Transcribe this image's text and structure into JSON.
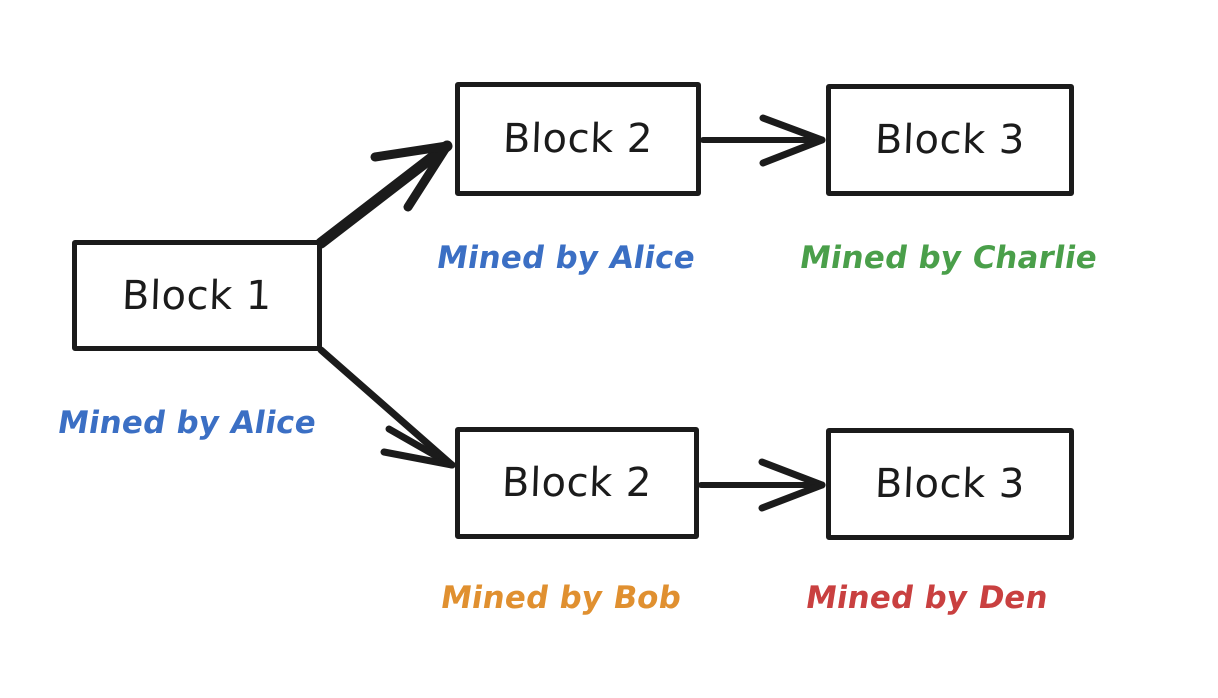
{
  "diagram": {
    "title": "Blockchain fork diagram",
    "background_color": "#ffffff",
    "stroke_color": "#1b1b1b"
  },
  "blocks": [
    {
      "id": "block-1",
      "label": "Block 1"
    },
    {
      "id": "block-2-top",
      "label": "Block 2"
    },
    {
      "id": "block-3-top",
      "label": "Block 3"
    },
    {
      "id": "block-2-bot",
      "label": "Block 2"
    },
    {
      "id": "block-3-bot",
      "label": "Block 3"
    }
  ],
  "miners": [
    {
      "id": "miner-1",
      "label": "Mined by Alice",
      "color": "#3b6fc4"
    },
    {
      "id": "miner-2-top",
      "label": "Mined by Alice",
      "color": "#3b6fc4"
    },
    {
      "id": "miner-3-top",
      "label": "Mined by Charlie",
      "color": "#4a9f4a"
    },
    {
      "id": "miner-2-bot",
      "label": "Mined by Bob",
      "color": "#e09030"
    },
    {
      "id": "miner-3-bot",
      "label": "Mined by Den",
      "color": "#c94040"
    }
  ],
  "connections": [
    {
      "id": "arrow-fork-up",
      "from": "block-1",
      "to": "block-2-top",
      "style": "thick-upward"
    },
    {
      "id": "arrow-fork-down",
      "from": "block-1",
      "to": "block-2-bot",
      "style": "thin-downward"
    },
    {
      "id": "arrow-top-chain",
      "from": "block-2-top",
      "to": "block-3-top",
      "style": "horizontal"
    },
    {
      "id": "arrow-bot-chain",
      "from": "block-2-bot",
      "to": "block-3-bot",
      "style": "horizontal"
    }
  ]
}
